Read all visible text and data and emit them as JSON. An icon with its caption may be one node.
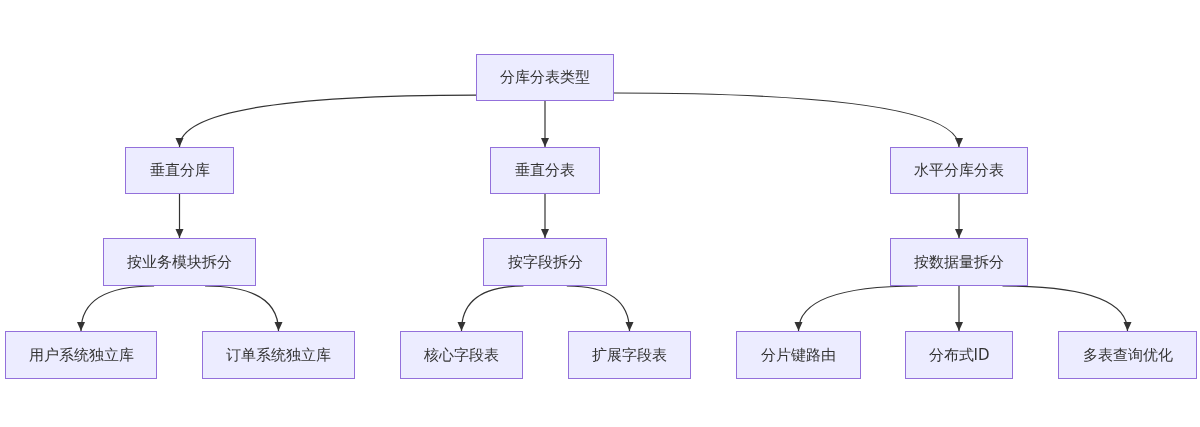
{
  "diagram": {
    "nodes": [
      {
        "text": [
          "分库分表类型"
        ]
      },
      {
        "text": [
          "垂直分库"
        ]
      },
      {
        "text": [
          "垂直分表"
        ]
      },
      {
        "text": [
          "水平分库分表"
        ]
      },
      {
        "text": [
          "按业务模块拆分"
        ]
      },
      {
        "text": [
          "按字段拆分"
        ]
      },
      {
        "text": [
          "按数据量拆分"
        ]
      },
      {
        "text": [
          "用户系统独立库"
        ]
      },
      {
        "text": [
          "订单系统独立库"
        ]
      },
      {
        "text": [
          "核心字段表"
        ]
      },
      {
        "text": [
          "扩展字段表"
        ]
      },
      {
        "text": [
          "分片键路由"
        ]
      },
      {
        "text": [
          "分布式ID"
        ]
      },
      {
        "text": [
          "多表查询优化"
        ]
      }
    ],
    "edges": [
      {
        "from": 0,
        "to": 1,
        "arrow": "to"
      },
      {
        "from": 0,
        "to": 2,
        "arrow": "to"
      },
      {
        "from": 0,
        "to": 3,
        "arrow": "to"
      },
      {
        "from": 1,
        "to": 4,
        "arrow": "to"
      },
      {
        "from": 2,
        "to": 5,
        "arrow": "to"
      },
      {
        "from": 3,
        "to": 6,
        "arrow": "to"
      },
      {
        "from": 4,
        "to": 7,
        "arrow": "to"
      },
      {
        "from": 4,
        "to": 8,
        "arrow": "to"
      },
      {
        "from": 5,
        "to": 9,
        "arrow": "to"
      },
      {
        "from": 5,
        "to": 10,
        "arrow": "to"
      },
      {
        "from": 6,
        "to": 11,
        "arrow": "to"
      },
      {
        "from": 6,
        "to": 12,
        "arrow": "to"
      },
      {
        "from": 6,
        "to": 13,
        "arrow": "to"
      }
    ]
  }
}
